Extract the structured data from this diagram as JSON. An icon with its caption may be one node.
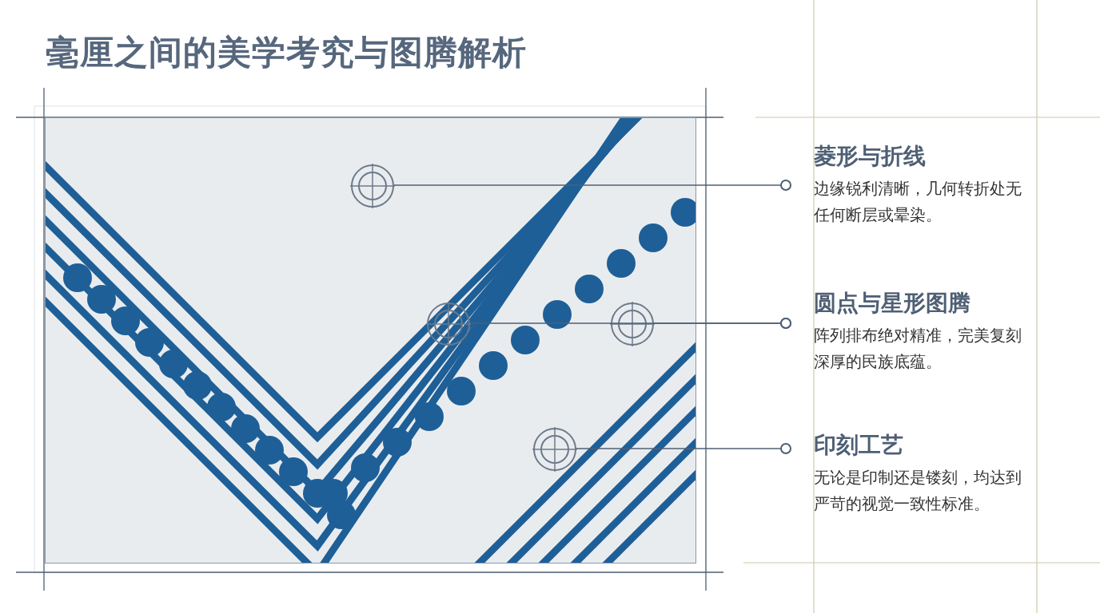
{
  "diagram": {
    "title": "毫厘之间的美学考究与图腾解析",
    "nodes": [
      {
        "text": [],
        "shape": "picture"
      },
      {
        "text": [],
        "shape": "circle",
        "in": 0
      },
      {
        "text": [],
        "shape": "circle",
        "in": 0
      },
      {
        "text": [],
        "shape": "circle",
        "in": 0
      },
      {
        "text": [],
        "shape": "circle",
        "in": 0
      },
      {
        "text": [
          "菱形与折线",
          "边缘锐利清晰，几何转折处无任何断层或晕染。"
        ]
      },
      {
        "text": [
          "圆点与星形图腾",
          "阵列排布绝对精准，完美复刻深厚的民族底蕴。"
        ]
      },
      {
        "text": [
          "印刻工艺",
          "无论是印制还是镂刻，均达到严苛的视觉一致性标准。"
        ]
      }
    ],
    "edges": [
      {
        "from": 5,
        "to": 1,
        "arrow": "other"
      },
      {
        "from": 6,
        "to": 2,
        "arrow": "other"
      },
      {
        "from": 6,
        "to": 3,
        "arrow": "other"
      },
      {
        "from": 7,
        "to": 4,
        "arrow": "other"
      }
    ]
  }
}
